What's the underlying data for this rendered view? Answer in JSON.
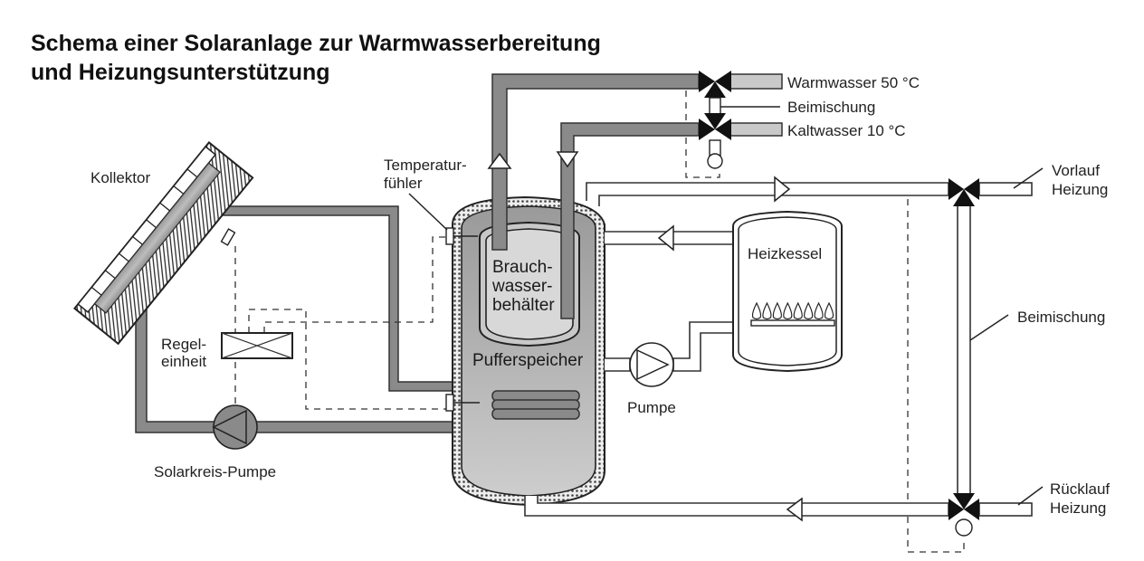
{
  "title": {
    "line1": "Schema einer Solaranlage zur Warmwasserbereitung",
    "line2": "und Heizungsunterstützung"
  },
  "labels": {
    "kollektor": "Kollektor",
    "temperaturfuehler_1": "Temperatur-",
    "temperaturfuehler_2": "fühler",
    "regeleinheit_1": "Regel-",
    "regeleinheit_2": "einheit",
    "solarkreis_pumpe": "Solarkreis-Pumpe",
    "brauchwasser_1": "Brauch-",
    "brauchwasser_2": "wasser-",
    "brauchwasser_3": "behälter",
    "pufferspeicher": "Pufferspeicher",
    "pumpe": "Pumpe",
    "heizkessel": "Heizkessel",
    "warmwasser": "Warmwasser 50 °C",
    "beimischung_top": "Beimischung",
    "kaltwasser": "Kaltwasser 10 °C",
    "vorlauf_1": "Vorlauf",
    "vorlauf_2": "Heizung",
    "beimischung_right": "Beimischung",
    "ruecklauf_1": "Rücklauf",
    "ruecklauf_2": "Heizung"
  },
  "burner_flame_count": 8,
  "colors": {
    "pipe_dark": "#8a8a8a",
    "pipe_light": "#c9c9c9",
    "tank_fill": "#b5b5b5",
    "inner_tank_fill": "#d4d4d4",
    "line": "#222222"
  }
}
